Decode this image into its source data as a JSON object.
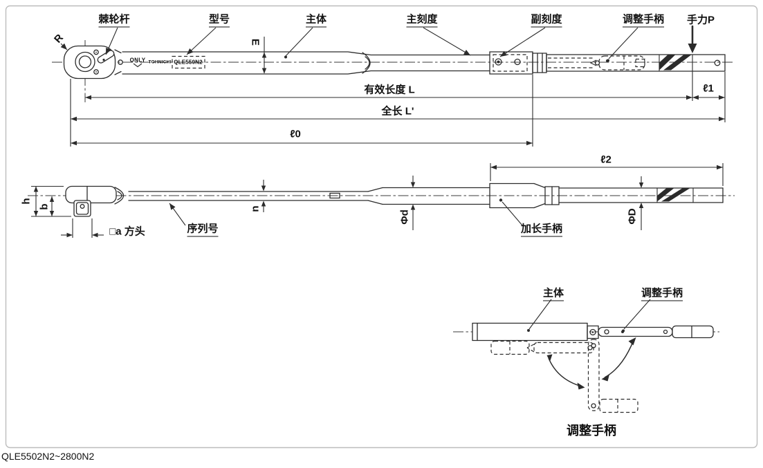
{
  "page": {
    "footer_model_range": "QLE5502N2~2800N2"
  },
  "top_view": {
    "labels": {
      "ratchet_lever": "棘轮杆",
      "model": "型号",
      "main_body": "主体",
      "main_scale": "主刻度",
      "sub_scale": "副刻度",
      "adjustment_handle": "调整手柄",
      "hand_force": "手力P"
    },
    "markings": {
      "only": "ONLY",
      "brand": "TOHNICHI",
      "model_number": "QLE550N2"
    },
    "dimensions": {
      "radius": "R",
      "e": "E",
      "effective_length": "有效长度 L",
      "overall_length": "全长 L'",
      "l0": "ℓ0",
      "l1": "ℓ1"
    }
  },
  "side_view": {
    "labels": {
      "square_drive": "□a 方头",
      "serial_number": "序列号",
      "extension_handle": "加长手柄"
    },
    "dimensions": {
      "h": "h",
      "b": "b",
      "n": "n",
      "phi_d": "Φd",
      "phi_D": "ΦD",
      "l2": "ℓ2"
    }
  },
  "detail_view": {
    "labels": {
      "main_body": "主体",
      "adjustment_handle": "调整手柄"
    },
    "caption": "调整手柄"
  }
}
